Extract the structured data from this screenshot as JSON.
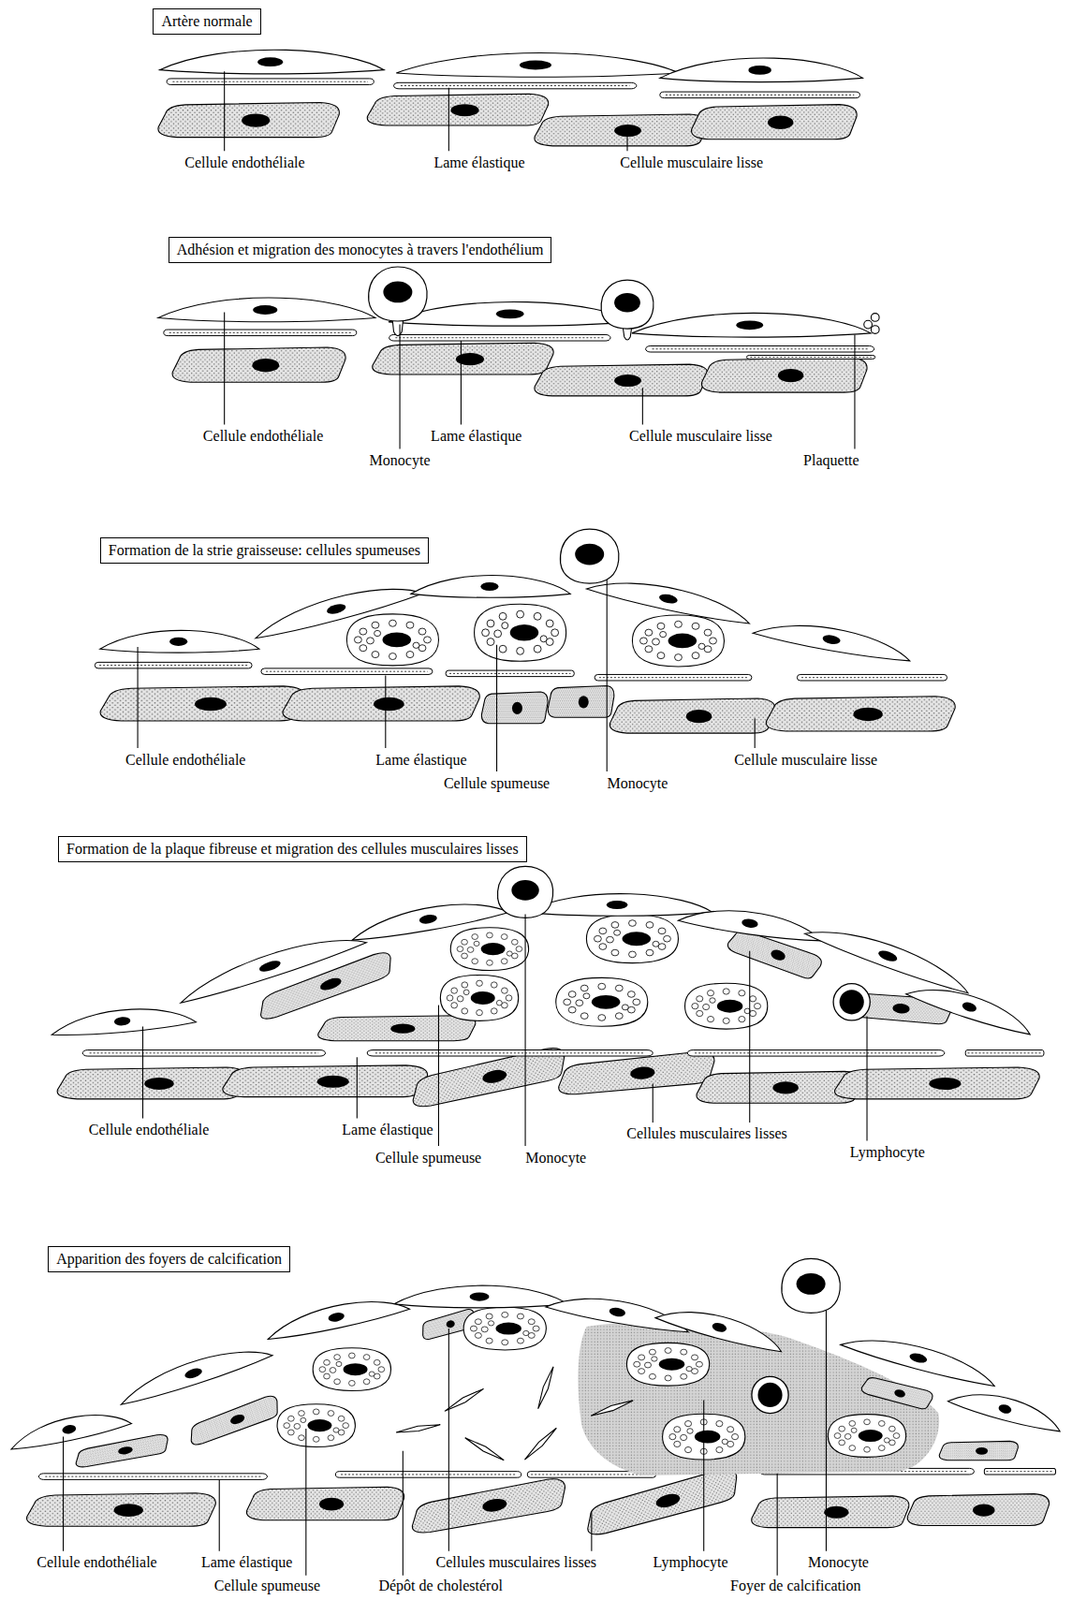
{
  "diagram": {
    "nodes": [
      {
        "text": [
          "Artère normale"
        ]
      },
      {
        "text": [
          "Adhésion et migration des monocytes à travers l'endothélium"
        ]
      },
      {
        "text": [
          "Formation de la strie graisseuse: cellules spumeuses"
        ]
      },
      {
        "text": [
          "Formation de la plaque fibreuse et migration des cellules musculaires lisses"
        ]
      },
      {
        "text": [
          "Apparition des foyers de calcification"
        ]
      }
    ],
    "labels": [
      "Cellule endothéliale",
      "Lame élastique",
      "Cellule musculaire lisse",
      "Cellule endothéliale",
      "Lame élastique",
      "Cellule musculaire lisse",
      "Monocyte",
      "Plaquette",
      "Cellule endothéliale",
      "Lame élastique",
      "Cellule musculaire lisse",
      "Cellule spumeuse",
      "Monocyte",
      "Cellule endothéliale",
      "Lame élastique",
      "Cellules musculaires lisses",
      "Lymphocyte",
      "Cellule spumeuse",
      "Monocyte",
      "Cellule endothéliale",
      "Lame élastique",
      "Cellules musculaires lisses",
      "Lymphocyte",
      "Monocyte",
      "Cellule spumeuse",
      "Dépôt de cholestérol",
      "Foyer de calcification"
    ]
  }
}
